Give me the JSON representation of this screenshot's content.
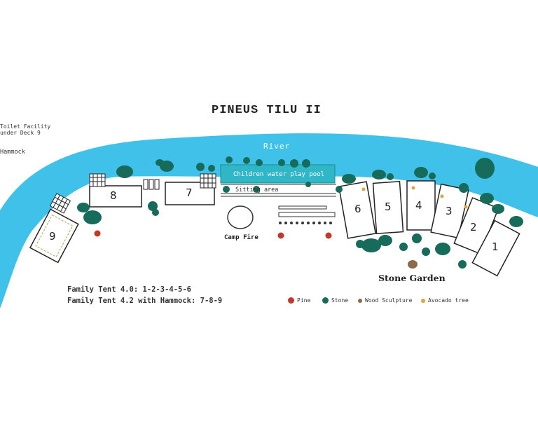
{
  "title": "PINEUS TILU II",
  "notes": {
    "toilet_line1": "Toilet Facility",
    "toilet_line2": "under Deck 9",
    "hammock": "Hammock"
  },
  "labels": {
    "river": "River",
    "pool": "Children water play pool",
    "sitting": "Sitting area",
    "camp_fire": "Camp Fire",
    "stone_garden": "Stone Garden"
  },
  "tents": {
    "t1": "1",
    "t2": "2",
    "t3": "3",
    "t4": "4",
    "t5": "5",
    "t6": "6",
    "t7": "7",
    "t8": "8",
    "t9": "9"
  },
  "family_tents": {
    "line1": "Family Tent 4.0: 1-2-3-4-5-6",
    "line2": "Family Tent 4.2 with Hammock: 7-8-9"
  },
  "legend": [
    {
      "label": "Pine",
      "color": "#c0392b"
    },
    {
      "label": "Stone",
      "color": "#176b5b"
    },
    {
      "label": "Wood Sculpture",
      "color": "#8b6a4a"
    },
    {
      "label": "Avocado tree",
      "color": "#d9a441"
    }
  ],
  "colors": {
    "river": "#3fc1ea",
    "stone": "#176b5b",
    "pine": "#c0392b",
    "wood": "#8b6a4a",
    "avocado": "#d9a441"
  }
}
